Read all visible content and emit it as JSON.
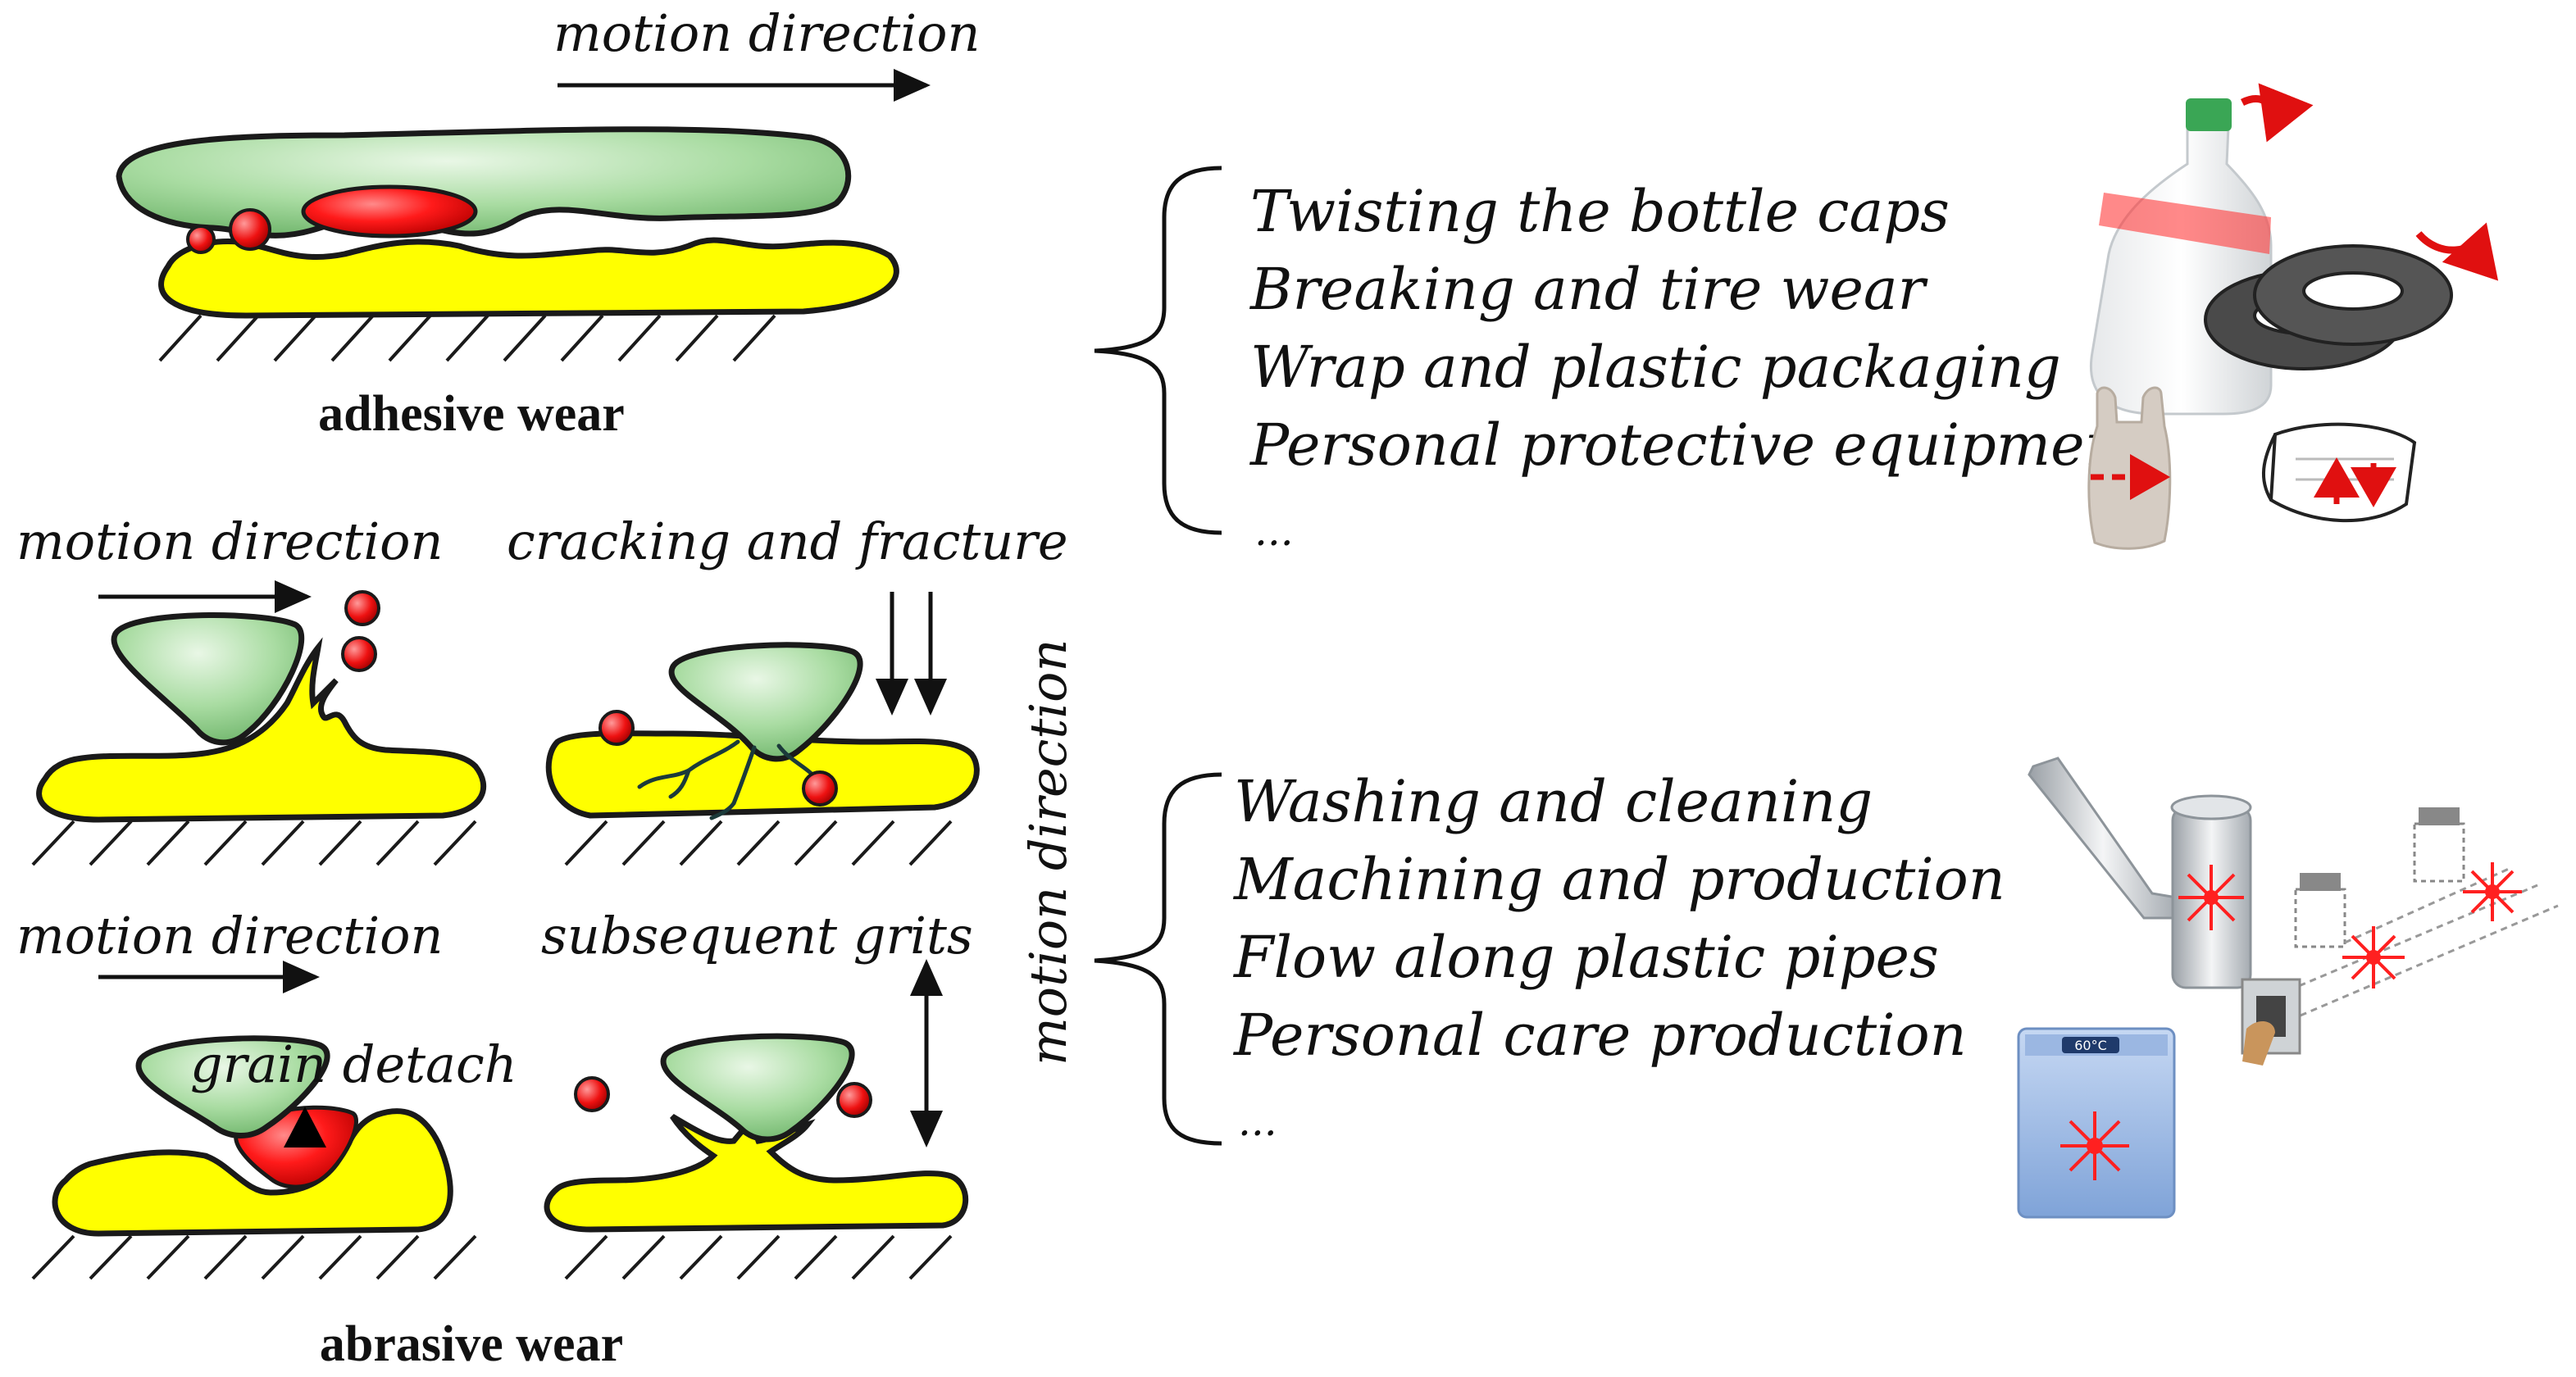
{
  "adhesive": {
    "motion_label": "motion direction",
    "caption": "adhesive wear"
  },
  "abrasive": {
    "motion_label_1": "motion direction",
    "cracking_label": "cracking and  fracture",
    "motion_label_2": "motion direction",
    "grits_label": "subsequent grits",
    "grain_label": "grain detach",
    "vertical_label": "motion direction",
    "caption": "abrasive wear"
  },
  "adhesive_sources": {
    "items": [
      "Twisting the bottle caps",
      "Breaking and tire wear",
      "Wrap and plastic packaging",
      "Personal protective equipment",
      "..."
    ]
  },
  "abrasive_sources": {
    "items": [
      "Washing and cleaning",
      "Machining and production",
      "Flow along plastic pipes",
      "Personal care production",
      "..."
    ]
  },
  "washer": {
    "display": "60°C"
  },
  "colors": {
    "substrate": "#ffff00",
    "asperity": "#8fd08f",
    "particle": "#ff1a1a",
    "tire": "#4a4a4a",
    "cap": "#3aa655"
  },
  "icons": [
    "bottle-icon",
    "tire-icon",
    "plastic-bag-icon",
    "face-mask-icon",
    "pipe-icon",
    "factory-line-icon",
    "washing-machine-icon"
  ]
}
